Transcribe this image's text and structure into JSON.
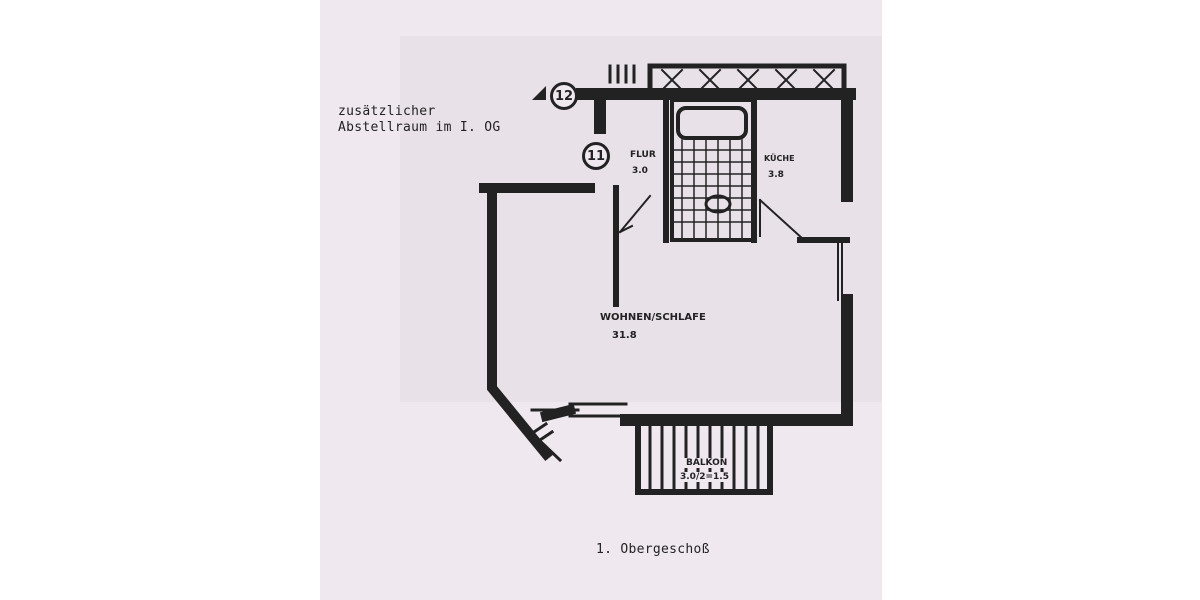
{
  "note": {
    "line1": "zusätzlicher",
    "line2": "Abstellraum im I. OG"
  },
  "caption": "1. Obergeschoß",
  "markers": {
    "upper": "12",
    "lower": "11"
  },
  "rooms": {
    "flur": {
      "label": "FLUR",
      "area": "3.0"
    },
    "kueche": {
      "label": "KÜCHE",
      "area": "3.8"
    },
    "wohnen": {
      "label": "WOHNEN/SCHLAFE",
      "area": "31.8"
    },
    "balkon": {
      "label": "BALKON",
      "area": "3.0/2=1.5"
    }
  },
  "colors": {
    "paper": "#efe9ef",
    "ink": "#222222"
  }
}
